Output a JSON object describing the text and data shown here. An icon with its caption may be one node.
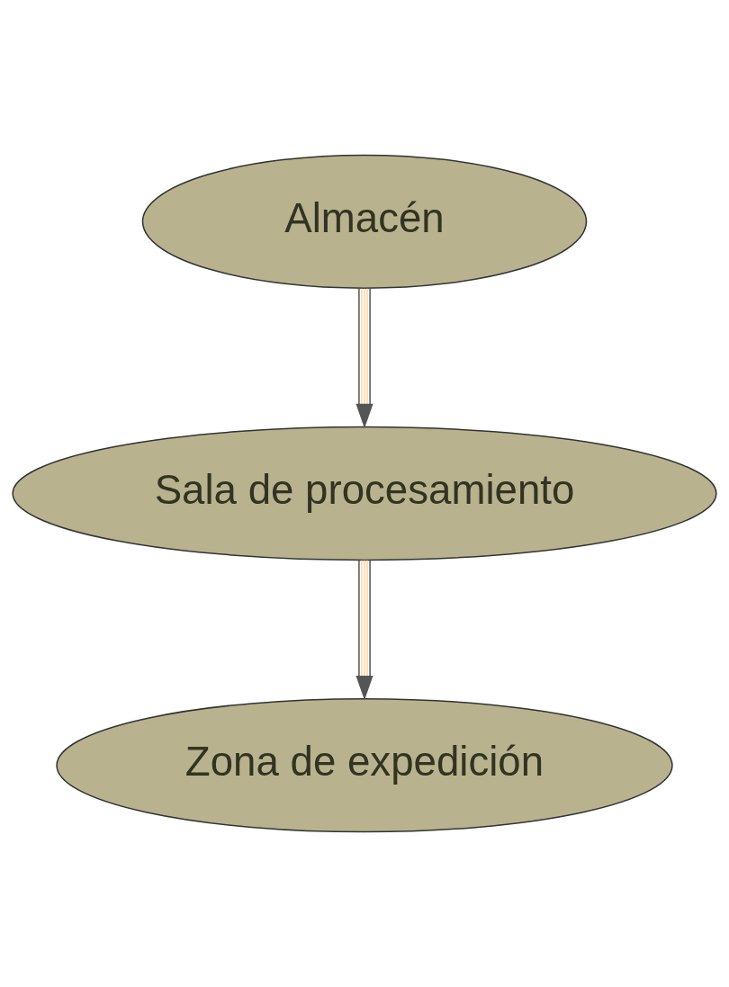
{
  "diagram": {
    "nodes": [
      {
        "text": [
          "Almacén"
        ]
      },
      {
        "text": [
          "Sala de procesamiento"
        ]
      },
      {
        "text": [
          "Zona de expedición"
        ]
      }
    ],
    "edges": [
      {
        "from": 0,
        "to": 1,
        "arrow": "to"
      },
      {
        "from": 1,
        "to": 2,
        "arrow": "to"
      }
    ]
  }
}
